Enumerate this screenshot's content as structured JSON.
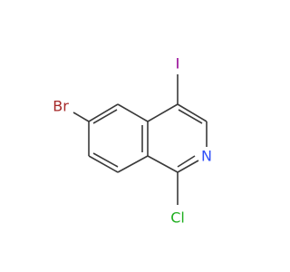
{
  "structure": {
    "colors": {
      "bond": "#3a3a3a",
      "carbon": "#3a3a3a",
      "nitrogen": "#3050f8",
      "chlorine": "#1fae1f",
      "bromine": "#a62929",
      "iodine": "#940094"
    },
    "atoms": {
      "bromine": "Br",
      "iodine": "I",
      "nitrogen": "N",
      "chlorine": "Cl"
    }
  }
}
